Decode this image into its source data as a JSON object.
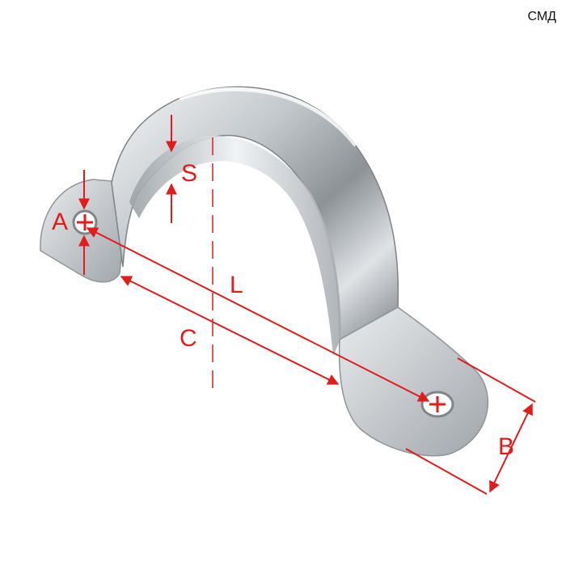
{
  "brand": "СМД",
  "labels": {
    "a": "A",
    "s": "S",
    "l": "L",
    "c": "C",
    "b": "B"
  },
  "colors": {
    "dimension": "#e21b1b",
    "metal_light": "#eceff1",
    "metal_mid": "#b9bec3",
    "metal_dark": "#6c7177",
    "background": "#ffffff"
  }
}
